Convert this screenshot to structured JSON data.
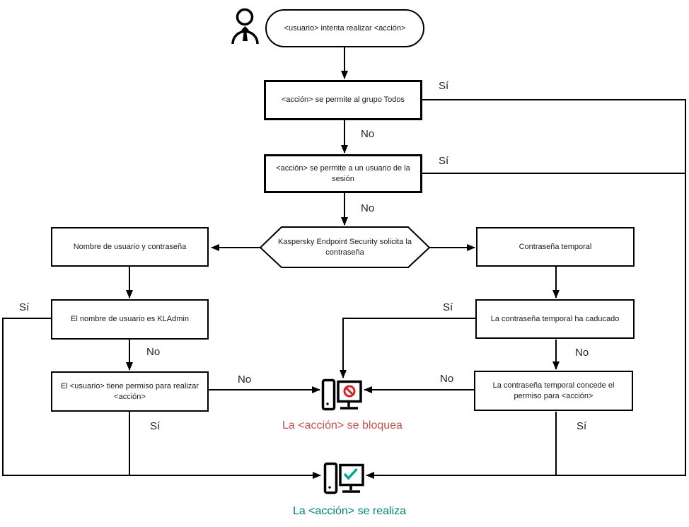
{
  "diagram": {
    "nodes": {
      "start": "<usuario> intenta realizar <acción>",
      "allowed_everyone": "<acción> se permite al grupo Todos",
      "allowed_session_user": "<acción> se permite a un usuario de la sesión",
      "kes_prompt": "Kaspersky Endpoint Security solicita la contraseña",
      "username_password": "Nombre de usuario y contraseña",
      "temporary_password": "Contraseña temporal",
      "username_is_kladmin": "El nombre de usuario es KLAdmin",
      "user_has_permission": "El <usuario> tiene permiso para realizar <acción>",
      "temp_password_expired": "La contraseña temporal ha caducado",
      "temp_password_grants": "La contraseña temporal concede el permiso para <acción>"
    },
    "edge_labels": {
      "yes": "Sí",
      "no": "No"
    },
    "outcomes": {
      "blocked": "La <acción> se bloquea",
      "performed": "La <acción> se realiza"
    },
    "icons": {
      "actor": "person-icon",
      "blocked": "computer-blocked-icon",
      "performed": "computer-check-icon",
      "prohibition": "prohibition-icon",
      "checkmark": "checkmark-icon"
    },
    "colors": {
      "line": "#000000",
      "blocked_text": "#c4534f",
      "performed_text": "#00837b",
      "prohibition": "#d2232a",
      "checkmark": "#00a88e"
    }
  }
}
